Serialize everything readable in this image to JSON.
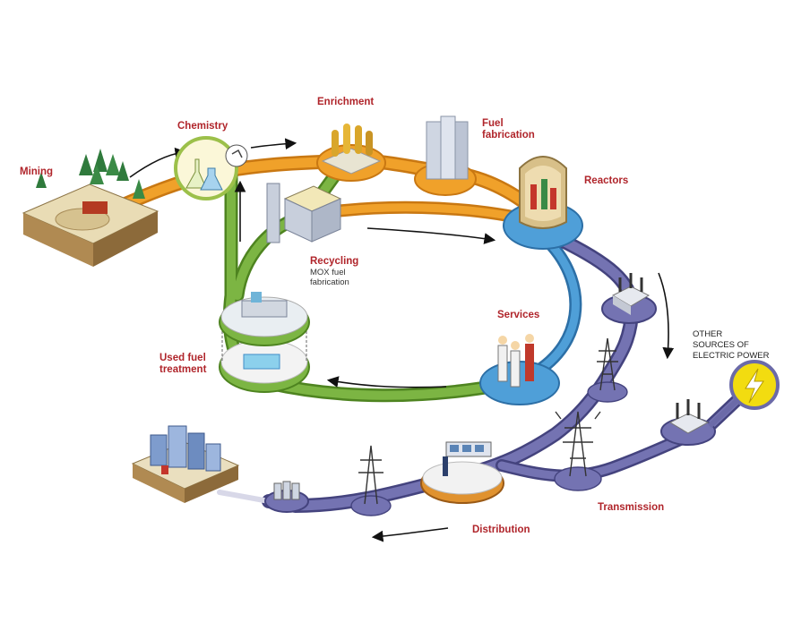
{
  "labels": {
    "mining": "Mining",
    "chemistry": "Chemistry",
    "enrichment": "Enrichment",
    "fuel_fabrication_1": "Fuel",
    "fuel_fabrication_2": "fabrication",
    "reactors": "Reactors",
    "recycling": "Recycling",
    "recycling_sub_1": "MOX fuel",
    "recycling_sub_2": "fabrication",
    "services": "Services",
    "used_fuel_1": "Used fuel",
    "used_fuel_2": "treatment",
    "other_sources_1": "OTHER",
    "other_sources_2": "SOURCES OF",
    "other_sources_3": "ELECTRIC POWER",
    "transmission": "Transmission",
    "distribution": "Distribution"
  },
  "colors": {
    "label_red": "#b0252b",
    "front_end_orange": "#f0a12a",
    "back_end_green": "#6fa83a",
    "reactor_blue": "#3f8cc7",
    "grid_purple": "#6b6aa8",
    "bolt_yellow": "#f2dc10"
  }
}
